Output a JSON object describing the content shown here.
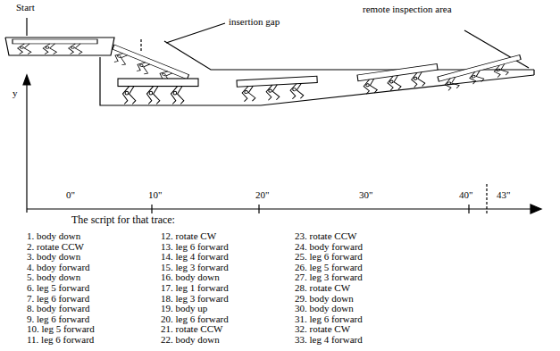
{
  "diagram": {
    "labels": [
      "Start",
      "insertion gap",
      "remote inspection area",
      "y",
      "0\"",
      "10\"",
      "20\"",
      "30\"",
      "40\"",
      "43\"",
      "The script for that trace:",
      "1. body down",
      "2. rotate CCW",
      "3. body down",
      "4. bdoy forward",
      "5. body down",
      "6. leg 5 forward",
      "7. leg 6 forward",
      "8. body forward",
      "9. leg 6 forward",
      "10. leg 5 forward",
      "11. leg 6 forward",
      "12. rotate CW",
      "13. leg 6 forward",
      "14. leg 4 forward",
      "15. leg 3 forward",
      "16. body down",
      "17. leg 1 forward",
      "18. leg 3 forward",
      "19. body up",
      "20. leg 6 forward",
      "21. rotate CCW",
      "22. body down",
      "23. rotate CCW",
      "24. body forward",
      "25. leg 6 forward",
      "26. leg 5 forward",
      "27. leg 3 forward",
      "28. rotate CW",
      "29. body down",
      "30. body down",
      "31. leg 6 forward",
      "32. rotate CW",
      "33. leg 4 forward"
    ]
  }
}
